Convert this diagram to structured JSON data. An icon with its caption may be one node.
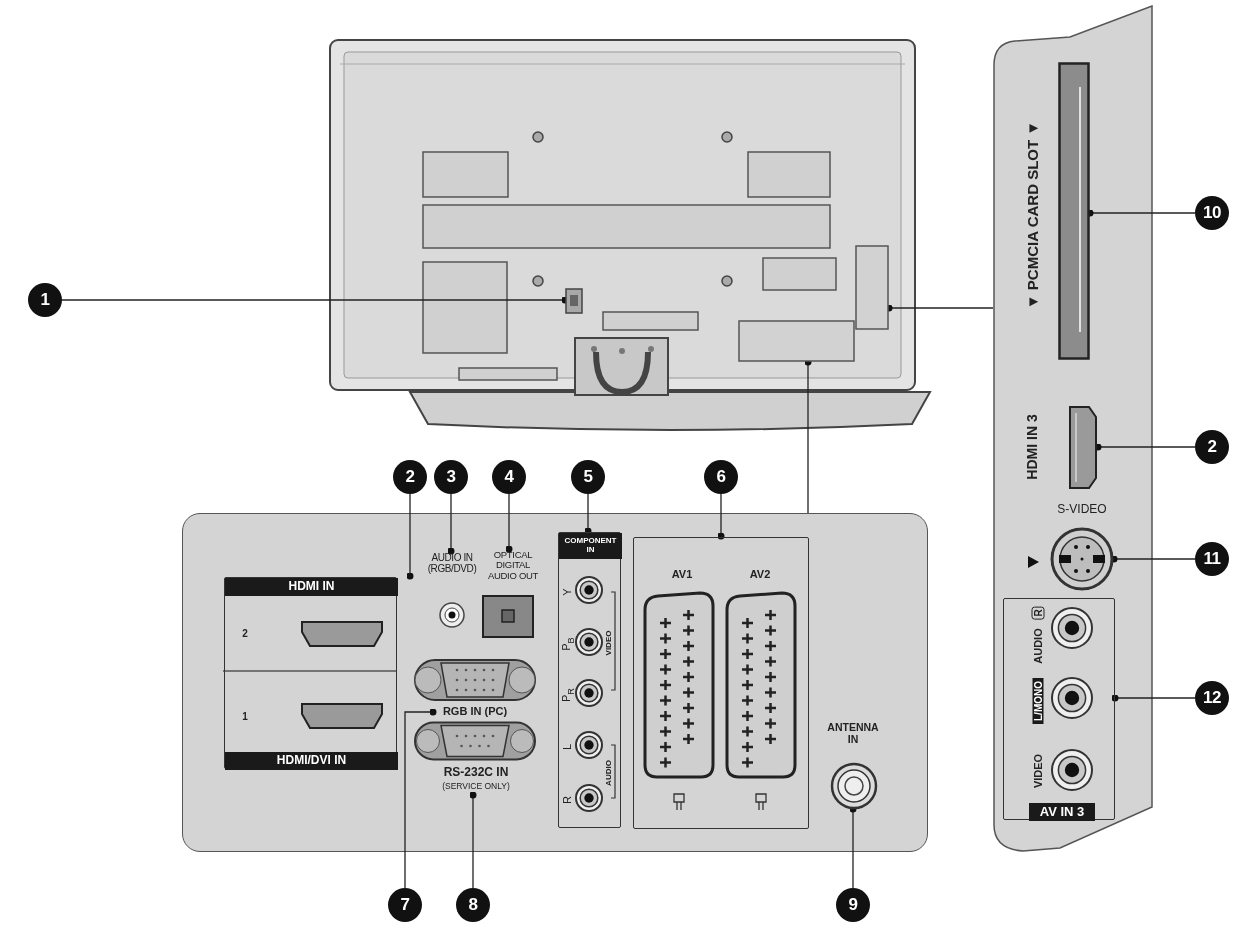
{
  "diagram": {
    "nodes": [
      {
        "text": [
          "1"
        ]
      },
      {
        "text": [],
        "shape": "box"
      },
      {
        "text": [],
        "shape": "box"
      },
      {
        "text": [],
        "shape": "box"
      },
      {
        "text": [],
        "shape": "box"
      },
      {
        "text": [
          "2"
        ]
      },
      {
        "text": [
          "HDMI IN",
          "2",
          "1",
          "HDMI/DVI IN"
        ],
        "in": 4
      },
      {
        "text": [
          "3"
        ]
      },
      {
        "text": [
          "AUDIO IN (RGB/DVD)"
        ],
        "in": 4
      },
      {
        "text": [
          "4"
        ]
      },
      {
        "text": [
          "OPTICAL DIGITAL AUDIO OUT"
        ],
        "in": 4
      },
      {
        "text": [
          "5"
        ]
      },
      {
        "text": [
          "COMPONENT IN",
          "Y",
          "P$_{B}$",
          "P$_{R}$",
          "L",
          "R",
          "VIDEO",
          "AUDIO"
        ],
        "in": 4
      },
      {
        "text": [
          "6"
        ]
      },
      {
        "text": [
          "AV1",
          "AV2"
        ],
        "in": 4
      },
      {
        "text": [
          "RGB IN (PC)"
        ],
        "in": 4
      },
      {
        "text": [
          "RS-232C IN",
          "(SERVICE ONLY)"
        ],
        "in": 4
      },
      {
        "text": [],
        "shape": "circle",
        "in": 4
      },
      {
        "text": [
          "7"
        ]
      },
      {
        "text": [
          "8"
        ]
      },
      {
        "text": [
          "9"
        ]
      },
      {
        "text": [],
        "shape": "box"
      },
      {
        "text": [],
        "shape": "box",
        "in": 21
      },
      {
        "text": [
          "10"
        ]
      },
      {
        "text": [],
        "shape": "box",
        "in": 21
      },
      {
        "text": [
          "2"
        ]
      },
      {
        "text": [],
        "shape": "circle",
        "in": 21
      },
      {
        "text": [
          "11"
        ]
      },
      {
        "text": [
          "AUDIO",
          "R",
          "L/MONO",
          "VIDEO",
          "AV IN 3"
        ],
        "in": 21
      },
      {
        "text": [
          "12"
        ]
      },
      {
        "text": [],
        "shape": "box",
        "in": 6
      },
      {
        "text": [],
        "shape": "box",
        "in": 6
      }
    ],
    "edges": [
      {
        "from": 0,
        "to": 1,
        "arrow": "other"
      },
      {
        "from": 5,
        "to": 6,
        "arrow": "other"
      },
      {
        "from": 7,
        "to": 8,
        "arrow": "other"
      },
      {
        "from": 9,
        "to": 10,
        "arrow": "other"
      },
      {
        "from": 11,
        "to": 12,
        "arrow": "other"
      },
      {
        "from": 13,
        "to": 14,
        "arrow": "other"
      },
      {
        "from": 4,
        "to": 2,
        "arrow": "other"
      },
      {
        "from": 21,
        "to": 3,
        "arrow": "other"
      },
      {
        "from": 18,
        "to": 15,
        "arrow": "other"
      },
      {
        "from": 19,
        "to": 16,
        "arrow": "other"
      },
      {
        "from": 20,
        "to": 17,
        "arrow": "other"
      },
      {
        "from": 23,
        "to": 22,
        "arrow": "other"
      },
      {
        "from": 25,
        "to": 24,
        "arrow": "other"
      },
      {
        "from": 27,
        "to": 26,
        "arrow": "other"
      },
      {
        "from": 29,
        "to": 28,
        "arrow": "other"
      }
    ],
    "labels": [
      "▼ PCMCIA CARD SLOT ▼",
      "HDMI IN 3",
      "S-VIDEO",
      "ANTENNA IN"
    ]
  }
}
